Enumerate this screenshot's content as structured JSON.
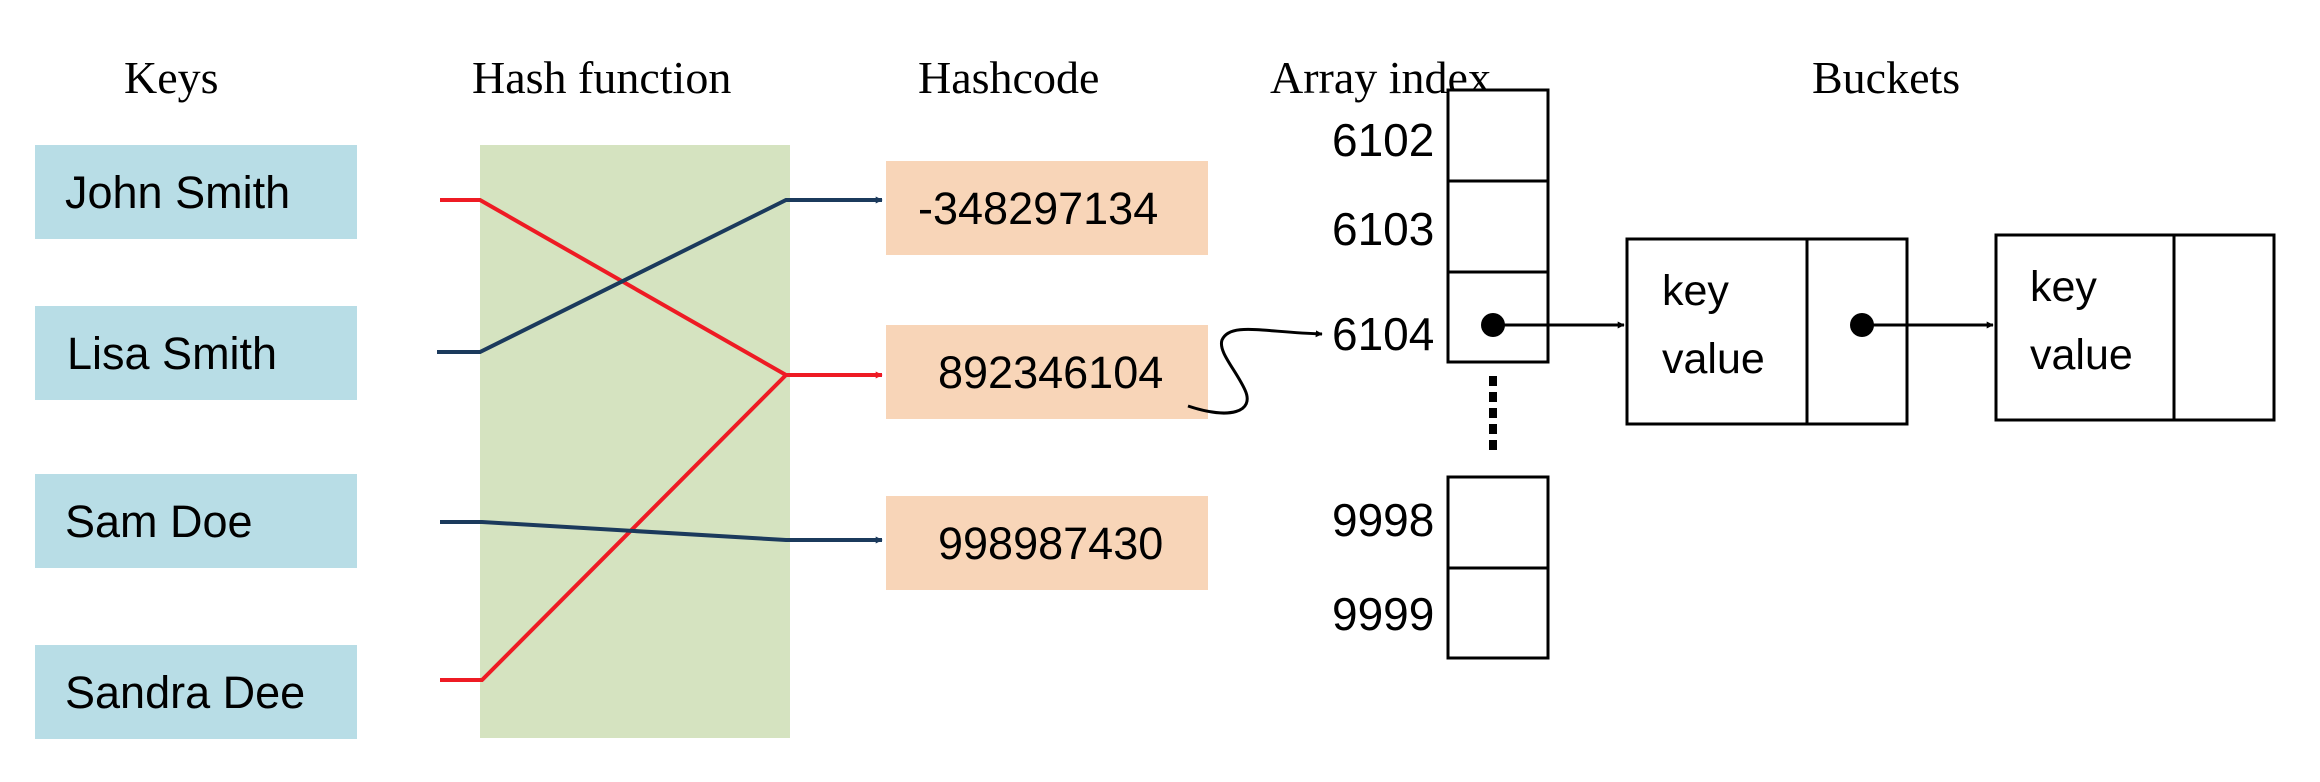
{
  "headers": {
    "keys": "Keys",
    "hash_function": "Hash function",
    "hashcode": "Hashcode",
    "array_index": "Array index",
    "buckets": "Buckets"
  },
  "keys": [
    "John Smith",
    "Lisa Smith",
    "Sam Doe",
    "Sandra Dee"
  ],
  "hashcodes": [
    "-348297134",
    "892346104",
    "998987430"
  ],
  "array_indices": {
    "top": [
      "6102",
      "6103",
      "6104"
    ],
    "bottom": [
      "9998",
      "9999"
    ]
  },
  "buckets": [
    {
      "key": "key",
      "value": "value"
    },
    {
      "key": "key",
      "value": "value"
    }
  ],
  "colors": {
    "key_box": "#b8dde6",
    "hash_function_area": "#d5e3c0",
    "hashcode_box": "#f8d5b8",
    "collision_line": "#ee1b24",
    "mapping_line": "#1b3a5c",
    "outline": "#000000"
  }
}
